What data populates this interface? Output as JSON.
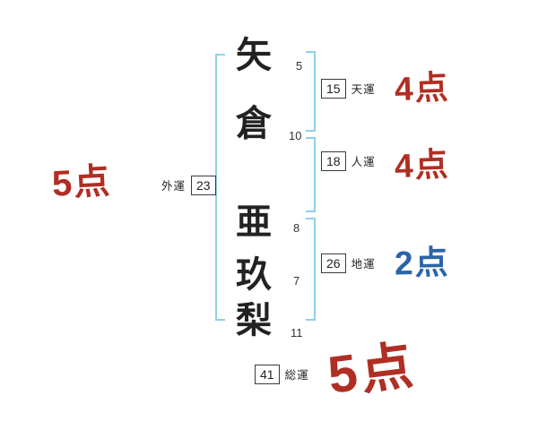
{
  "name": {
    "chars": [
      {
        "char": "矢",
        "strokes": "5"
      },
      {
        "char": "倉",
        "strokes": "10"
      },
      {
        "char": "亜",
        "strokes": "8"
      },
      {
        "char": "玖",
        "strokes": "7"
      },
      {
        "char": "梨",
        "strokes": "11"
      }
    ]
  },
  "fortunes": {
    "gaiun": {
      "label": "外運",
      "value": "23"
    },
    "tenun": {
      "label": "天運",
      "value": "15"
    },
    "jinun": {
      "label": "人運",
      "value": "18"
    },
    "chiun": {
      "label": "地運",
      "value": "26"
    },
    "souun": {
      "label": "総運",
      "value": "41"
    }
  },
  "scores": {
    "gaiun": "5点",
    "tenun": "4点",
    "jinun": "4点",
    "chiun": "2点",
    "souun": "5点"
  },
  "colors": {
    "bracket": "#8fcfec",
    "score_red": "#b02e23",
    "score_blue": "#2b64a7"
  }
}
